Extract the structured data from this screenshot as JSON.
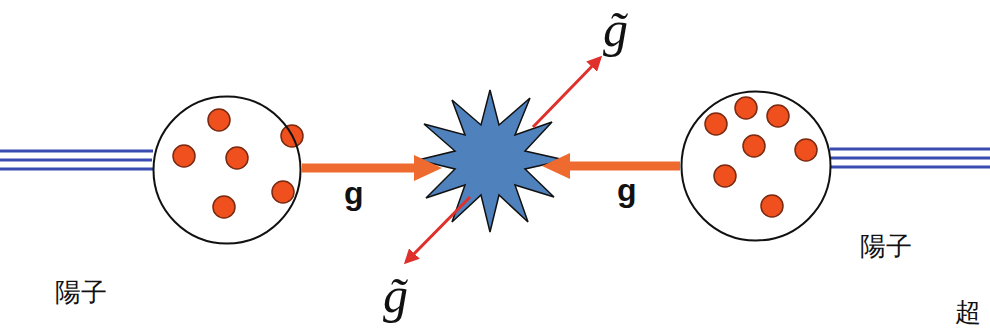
{
  "diagram": {
    "nodes": [
      {
        "text": [
          "陽子"
        ]
      },
      {
        "text": [
          "陽子"
        ]
      }
    ],
    "labels": [
      "g",
      "g",
      "g̃",
      "g̃",
      "超"
    ]
  }
}
